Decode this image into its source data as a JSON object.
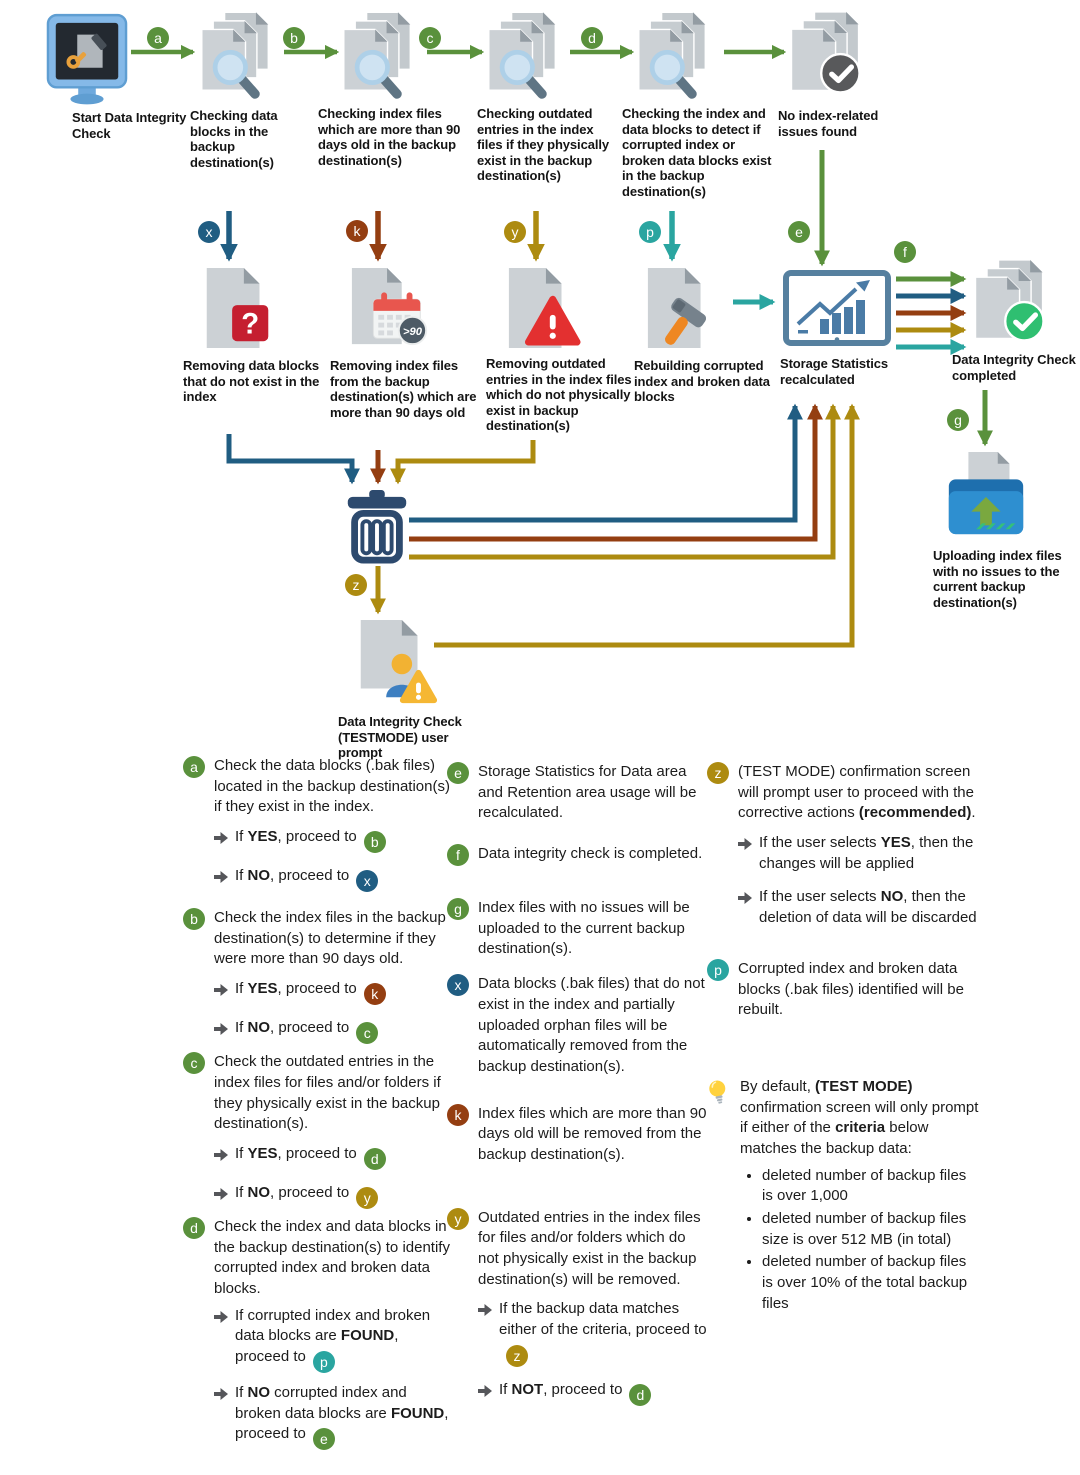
{
  "colors": {
    "green": "#5a913c",
    "blue": "#205d82",
    "brown": "#943e11",
    "gold": "#ad8b10",
    "teal": "#2aa5a0",
    "arrow_gray": "#55565a",
    "letters": {
      "a": "#5a913c",
      "b": "#5a913c",
      "c": "#5a913c",
      "d": "#5a913c",
      "e": "#5a913c",
      "f": "#5a913c",
      "g": "#5a913c",
      "x": "#205d82",
      "k": "#943e11",
      "y": "#ad8b10",
      "p": "#2aa5a0",
      "z": "#ad8b10"
    }
  },
  "diagram": {
    "nodes": {
      "start": {
        "label": "Start Data Integrity Check",
        "icon": "monitor-tools-icon"
      },
      "check_data": {
        "label": "Checking data blocks in the backup destination(s)",
        "icon": "files-search-icon"
      },
      "check_index_age": {
        "label": "Checking index files which are more than 90 days old in the backup destination(s)",
        "icon": "files-search-icon"
      },
      "check_outdated": {
        "label": "Checking outdated entries in the index files if they physically exist in the backup destination(s)",
        "icon": "files-search-icon"
      },
      "check_corrupt": {
        "label": "Checking the index and data blocks to detect if corrupted index or broken data blocks exist in the backup destination(s)",
        "icon": "files-search-icon"
      },
      "no_issues": {
        "label": "No index-related issues found",
        "icon": "files-check-dark-icon"
      },
      "remove_blocks": {
        "label": "Removing data blocks that do not exist in the index",
        "icon": "file-question-icon"
      },
      "remove_index": {
        "label": "Removing index files from the backup destination(s) which are more than 90 days old",
        "icon": "file-calendar-icon"
      },
      "remove_entries": {
        "label": "Removing outdated entries in the index files which do not physically exist in backup destination(s)",
        "icon": "file-warning-icon"
      },
      "rebuild": {
        "label": "Rebuilding corrupted index and broken data blocks",
        "icon": "file-hammer-icon"
      },
      "storage": {
        "label": "Storage Statistics recalculated",
        "icon": "storage-stats-icon"
      },
      "completed": {
        "label": "Data Integrity Check completed",
        "icon": "files-check-green-icon"
      },
      "upload": {
        "label": "Uploading index files with no issues to the current backup destination(s)",
        "icon": "upload-folder-icon"
      },
      "prompt": {
        "label": "Data Integrity Check (TESTMODE) user prompt",
        "icon": "user-prompt-icon"
      },
      "trash": {
        "label": "",
        "icon": "trash-icon"
      }
    },
    "badges": [
      {
        "letter": "a",
        "color": "#5a913c"
      },
      {
        "letter": "b",
        "color": "#5a913c"
      },
      {
        "letter": "c",
        "color": "#5a913c"
      },
      {
        "letter": "d",
        "color": "#5a913c"
      },
      {
        "letter": "e",
        "color": "#5a913c"
      },
      {
        "letter": "f",
        "color": "#5a913c"
      },
      {
        "letter": "g",
        "color": "#5a913c"
      },
      {
        "letter": "x",
        "color": "#205d82"
      },
      {
        "letter": "k",
        "color": "#943e11"
      },
      {
        "letter": "y",
        "color": "#ad8b10"
      },
      {
        "letter": "p",
        "color": "#2aa5a0"
      },
      {
        "letter": "z",
        "color": "#ad8b10"
      }
    ]
  },
  "legend": {
    "columns": [
      [
        {
          "id": "a",
          "text": "Check the data blocks (.bak files) located in the backup destination(s) if they exist in the index.",
          "subs": [
            {
              "text": "If **YES**, proceed to",
              "target": "b"
            },
            {
              "text": "If **NO**, proceed to",
              "target": "x"
            }
          ]
        },
        {
          "id": "b",
          "text": "Check the index files in the backup destination(s) to determine if they were more than 90 days old.",
          "subs": [
            {
              "text": "If **YES**, proceed to",
              "target": "k"
            },
            {
              "text": "If **NO**, proceed to",
              "target": "c"
            }
          ]
        },
        {
          "id": "c",
          "text": "Check the outdated entries in the index files for files and/or folders if they physically exist in the backup destination(s).",
          "subs": [
            {
              "text": "If **YES**, proceed to",
              "target": "d"
            },
            {
              "text": "If **NO**, proceed to",
              "target": "y"
            }
          ]
        },
        {
          "id": "d",
          "text": "Check the index and data blocks in the backup destination(s) to identify corrupted index and broken data blocks.",
          "subs": [
            {
              "text": "If corrupted index and broken data blocks are **FOUND**, proceed to",
              "target": "p"
            },
            {
              "text": "If **NO** corrupted index and broken data blocks are **FOUND**, proceed to",
              "target": "e"
            }
          ]
        }
      ],
      [
        {
          "id": "e",
          "text": "Storage Statistics for Data area and Retention area usage will be recalculated."
        },
        {
          "id": "f",
          "text": "Data integrity check is completed."
        },
        {
          "id": "g",
          "text": "Index files with no issues will be uploaded to the current backup destination(s)."
        },
        {
          "id": "x",
          "text": "Data blocks (.bak files) that do not exist in the index and partially uploaded orphan files will be automatically removed from the backup destination(s)."
        },
        {
          "id": "k",
          "text": "Index files which are more than 90 days old will be removed from the backup destination(s)."
        },
        {
          "id": "y",
          "text": "Outdated entries in the index files for files and/or folders which do not physically exist in the backup destination(s) will be removed.",
          "subs": [
            {
              "text": "If the backup data matches either of the criteria, proceed to",
              "target": "z"
            },
            {
              "text": "If **NOT**, proceed to",
              "target": "d"
            }
          ]
        }
      ],
      [
        {
          "id": "z",
          "text": "(TEST MODE) confirmation screen will prompt user to proceed with the corrective actions **(recommended)**.",
          "subs": [
            {
              "text": "If the user selects **YES**, then the changes will be applied"
            },
            {
              "text": "If the user selects **NO**, then the deletion of data will be discarded"
            }
          ]
        },
        {
          "id": "p",
          "text": "Corrupted index and broken data blocks (.bak files) identified will be rebuilt."
        },
        {
          "id": "bulb",
          "text": "By default, **(TEST MODE)** confirmation screen will only prompt if either of the **criteria** below matches the backup data:",
          "bullets": [
            "deleted number of backup files is over 1,000",
            "deleted number of backup files size is over 512 MB (in total)",
            "deleted number of backup files is over 10% of the total backup files"
          ]
        }
      ]
    ]
  }
}
